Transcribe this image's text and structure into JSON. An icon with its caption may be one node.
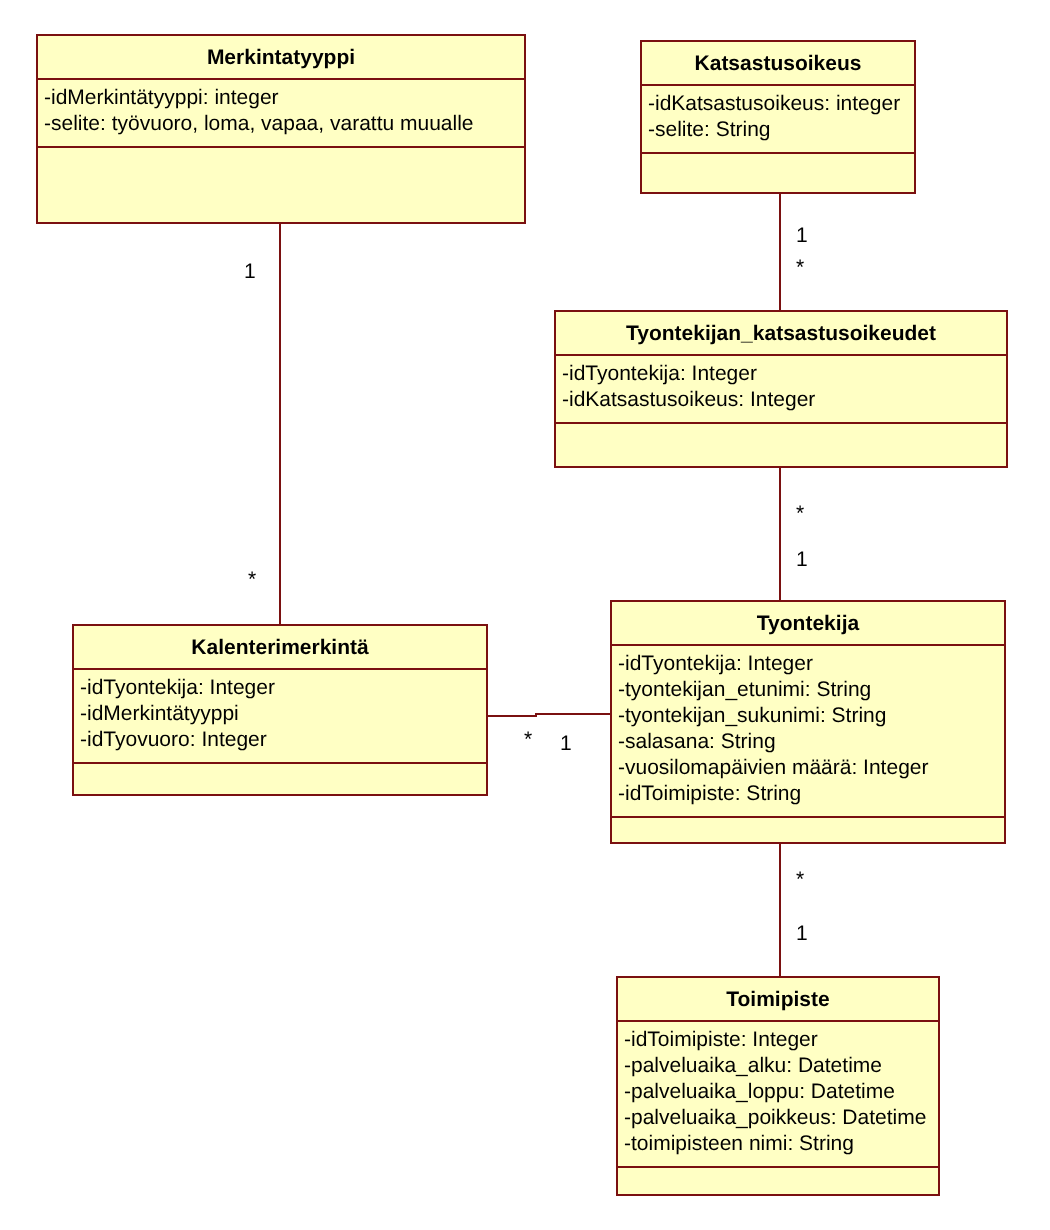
{
  "diagram": {
    "nodes": [
      {
        "text": [
          "Merkintatyyppi",
          "-idMerkintätyyppi: integer",
          "-selite: työvuoro, loma, vapaa, varattu muualle"
        ]
      },
      {
        "text": [
          "Katsastusoikeus",
          "-idKatsastusoikeus: integer",
          "-selite: String"
        ]
      },
      {
        "text": [
          "Tyontekijan_katsastusoikeudet",
          "-idTyontekija: Integer",
          "-idKatsastusoikeus: Integer"
        ]
      },
      {
        "text": [
          "Kalenterimerkintä",
          "-idTyontekija: Integer",
          "-idMerkintätyyppi",
          "-idTyovuoro: Integer"
        ]
      },
      {
        "text": [
          "Tyontekija",
          "-idTyontekija: Integer",
          "-tyontekijan_etunimi: String",
          "-tyontekijan_sukunimi: String",
          "-salasana: String",
          "-vuosilomapäivien määrä: Integer",
          "-idToimipiste: String"
        ]
      },
      {
        "text": [
          "Toimipiste",
          "-idToimipiste: Integer",
          "-palveluaika_alku: Datetime",
          "-palveluaika_loppu: Datetime",
          "-palveluaika_poikkeus: Datetime",
          "-toimipisteen nimi: String"
        ]
      }
    ],
    "edges": [
      {
        "from": 0,
        "to": 3,
        "arrow": "none"
      },
      {
        "from": 1,
        "to": 2,
        "arrow": "none"
      },
      {
        "from": 2,
        "to": 4,
        "arrow": "none"
      },
      {
        "from": 3,
        "to": 4,
        "arrow": "none"
      },
      {
        "from": 4,
        "to": 5,
        "arrow": "none"
      }
    ],
    "labels": [
      "1",
      "*",
      "1",
      "*",
      "1",
      "*",
      "*",
      "1",
      "*",
      "1"
    ]
  }
}
